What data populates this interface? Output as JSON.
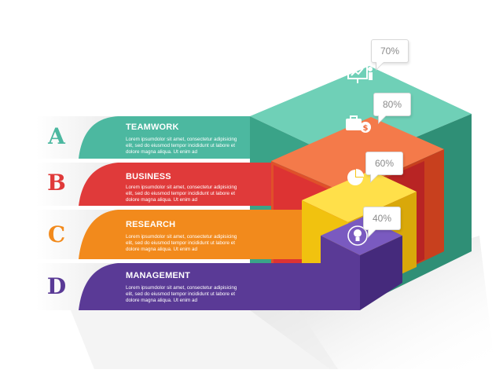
{
  "colors": {
    "teal": "#4cb8a0",
    "red": "#e03a3a",
    "orange": "#f28a1c",
    "purple": "#5a3a96",
    "yellow": "#f6c514",
    "coral": "#ef6a3a"
  },
  "rows": [
    {
      "letter": "A",
      "title": "TEAMWORK",
      "body": "Lorem ipsumdolor sit amet, consectetur adipisicing elit, sed do eiusmod tempor incididunt ut labore et dolore magna aliqua. Ut enim ad",
      "color": "#4cb8a0"
    },
    {
      "letter": "B",
      "title": "BUSINESS",
      "body": "Lorem ipsumdolor sit amet, consectetur adipisicing elit, sed do eiusmod tempor incididunt ut labore et dolore magna aliqua. Ut enim ad",
      "color": "#e03a3a"
    },
    {
      "letter": "C",
      "title": "RESEARCH",
      "body": "Lorem ipsumdolor sit amet, consectetur adipisicing elit, sed do eiusmod tempor incididunt ut labore et dolore magna aliqua. Ut enim ad",
      "color": "#f28a1c"
    },
    {
      "letter": "D",
      "title": "MANAGEMENT",
      "body": "Lorem ipsumdolor sit amet, consectetur adipisicing elit, sed do eiusmod tempor incididunt ut labore et dolore magna aliqua. Ut enim ad",
      "color": "#5a3a96"
    }
  ],
  "levels": [
    {
      "label": "70%",
      "icon": "presentation-board-icon"
    },
    {
      "label": "80%",
      "icon": "money-briefcase-icon"
    },
    {
      "label": "60%",
      "icon": "pie-chart-icon"
    },
    {
      "label": "40%",
      "icon": "lightbulb-idea-icon"
    }
  ]
}
